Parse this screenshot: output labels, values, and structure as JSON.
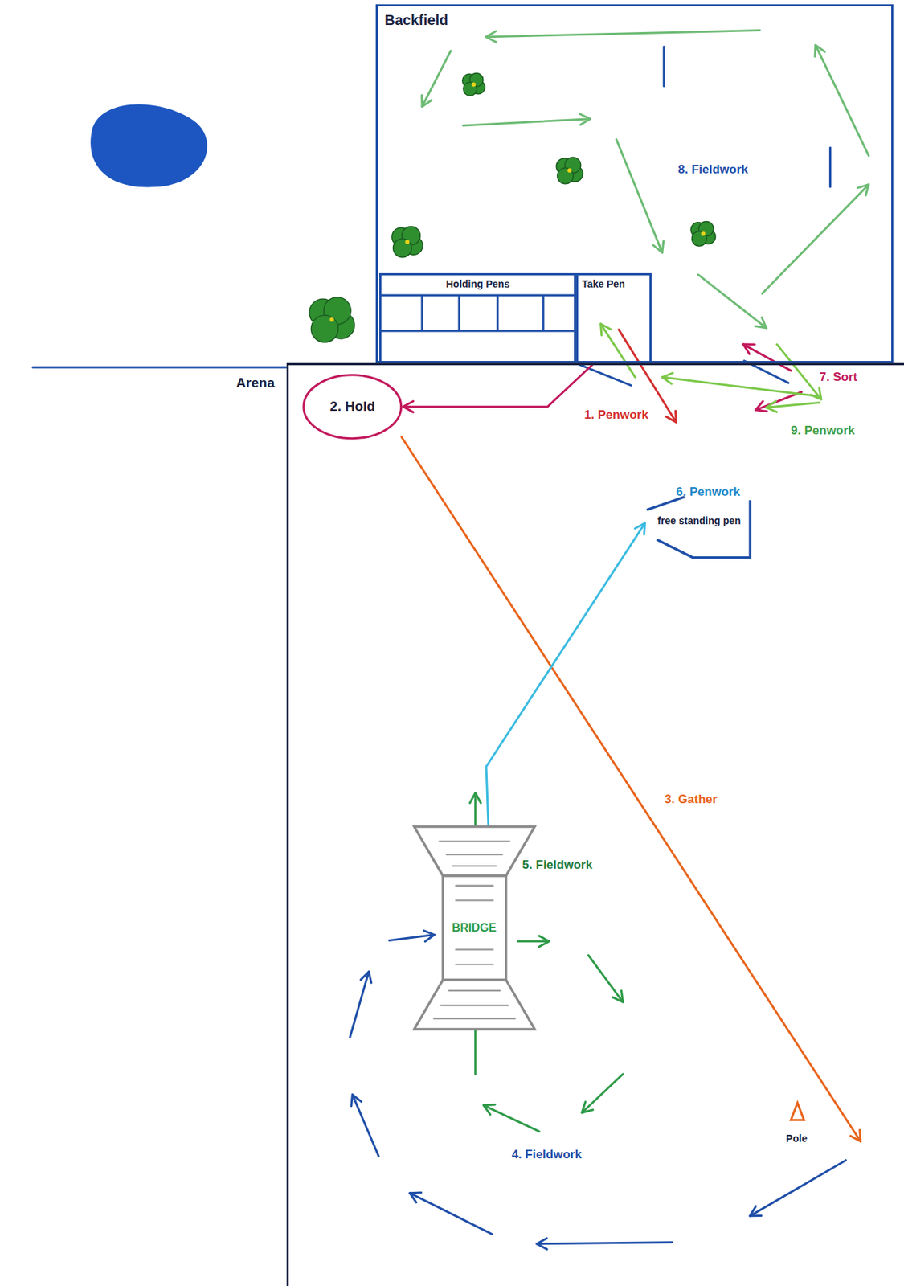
{
  "diagram": {
    "nodes": [
      {
        "text": [
          "Backfield"
        ]
      },
      {
        "text": [
          "Holding Pens"
        ],
        "in": 0
      },
      {
        "text": [
          "Take Pen"
        ],
        "in": 0
      },
      {
        "text": [
          "Arena"
        ]
      },
      {
        "text": [
          "2. Hold"
        ],
        "in": 3
      },
      {
        "text": [
          "free standing pen"
        ],
        "in": 3
      },
      {
        "text": [
          "BRIDGE"
        ],
        "in": 3
      }
    ],
    "edges": [
      {
        "from": 2,
        "to": 4,
        "arrow": "to"
      },
      {
        "from": 6,
        "to": 5,
        "arrow": "to"
      }
    ],
    "labels": [
      "1. Penwork",
      "3. Gather",
      "Pole",
      "4. Fieldwork",
      "5. Fieldwork",
      "6. Penwork",
      "7. Sort",
      "8. Fieldwork",
      "9. Penwork"
    ]
  }
}
